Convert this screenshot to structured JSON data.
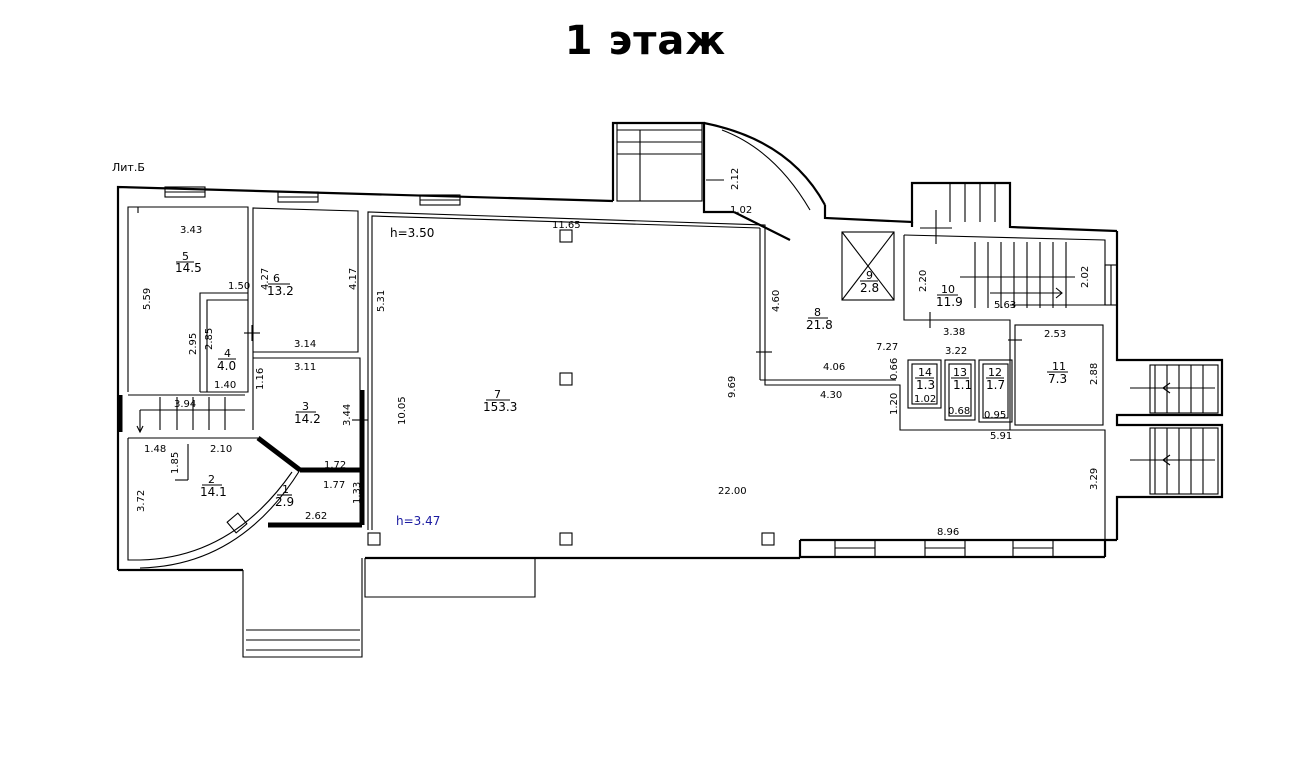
{
  "title": "1 этаж",
  "building_label": "Лит.Б",
  "heights": [
    {
      "id": "h1",
      "text": "h=3.50",
      "color": "#000000"
    },
    {
      "id": "h2",
      "text": "h=3.47",
      "color": "#1a1aa0"
    }
  ],
  "rooms": [
    {
      "id": "r1",
      "num": "1",
      "area": "2.9"
    },
    {
      "id": "r2",
      "num": "2",
      "area": "14.1"
    },
    {
      "id": "r3",
      "num": "3",
      "area": "14.2"
    },
    {
      "id": "r4",
      "num": "4",
      "area": "4.0"
    },
    {
      "id": "r5",
      "num": "5",
      "area": "14.5"
    },
    {
      "id": "r6",
      "num": "6",
      "area": "13.2"
    },
    {
      "id": "r7",
      "num": "7",
      "area": "153.3"
    },
    {
      "id": "r8",
      "num": "8",
      "area": "21.8"
    },
    {
      "id": "r9",
      "num": "9",
      "area": "2.8"
    },
    {
      "id": "r10",
      "num": "10",
      "area": "11.9"
    },
    {
      "id": "r11",
      "num": "11",
      "area": "7.3"
    },
    {
      "id": "r12",
      "num": "12",
      "area": "1.7"
    },
    {
      "id": "r13",
      "num": "13",
      "area": "1.1"
    },
    {
      "id": "r14",
      "num": "14",
      "area": "1.3"
    }
  ],
  "dimensions": {
    "d343": "3.43",
    "d559": "5.59",
    "d427": "4.27",
    "d417": "4.17",
    "d531": "5.31",
    "d150": "1.50",
    "d295": "2.95",
    "d285": "2.85",
    "d140": "1.40",
    "d116": "1.16",
    "d314": "3.14",
    "d311": "3.11",
    "d344": "3.44",
    "d394": "3.94",
    "d148": "1.48",
    "d210": "2.10",
    "d185": "1.85",
    "d372": "3.72",
    "d172": "1.72",
    "d177": "1.77",
    "d133": "1.33",
    "d262": "2.62",
    "d1165": "11.65",
    "d1005": "10.05",
    "d969": "9.69",
    "d2200": "22.00",
    "d896": "8.96",
    "d460": "4.60",
    "d406": "4.06",
    "d430": "4.30",
    "d727": "7.27",
    "d212": "2.12",
    "d102": "1.02",
    "d220": "2.20",
    "d202": "2.02",
    "d563": "5.63",
    "d338": "3.38",
    "d322": "3.22",
    "d253": "2.53",
    "d288": "2.88",
    "d066": "0.66",
    "d120": "1.20",
    "d102b": "1.02",
    "d068": "0.68",
    "d095": "0.95",
    "d591": "5.91",
    "d329": "3.29"
  }
}
